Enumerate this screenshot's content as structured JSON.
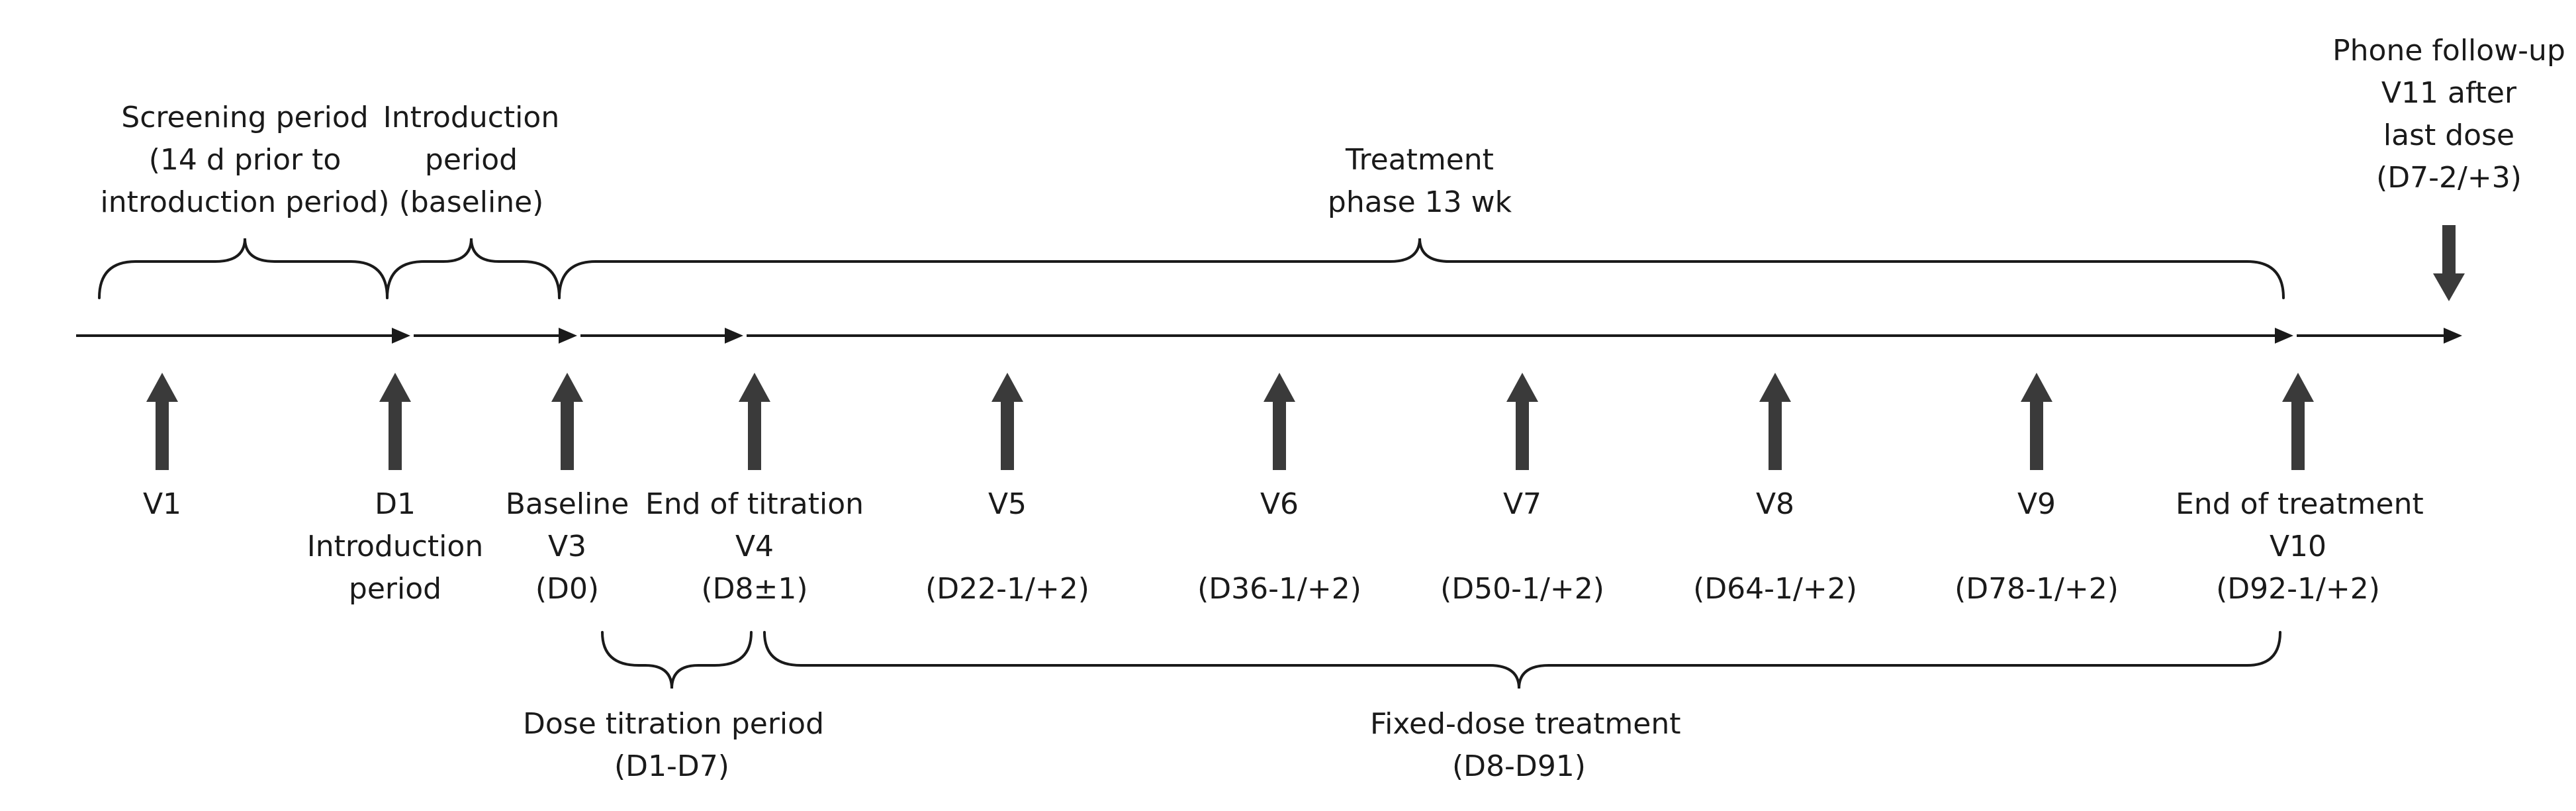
{
  "top_labels": {
    "screening": [
      "Screening period",
      "(14 d prior to",
      "introduction period)"
    ],
    "introduction": [
      "Introduction",
      "period",
      "(baseline)"
    ],
    "treatment": [
      "Treatment",
      "phase 13 wk"
    ],
    "phone": [
      "Phone follow-up",
      "V11 after",
      "last dose",
      "(D7-2/+3)"
    ]
  },
  "visits": [
    {
      "lines": [
        "V1"
      ]
    },
    {
      "lines": [
        "D1",
        "Introduction",
        "period"
      ]
    },
    {
      "lines": [
        "Baseline",
        "V3",
        "(D0)"
      ]
    },
    {
      "lines": [
        "End of titration",
        "V4",
        "(D8±1)"
      ]
    },
    {
      "lines": [
        "V5",
        "",
        "(D22-1/+2)"
      ]
    },
    {
      "lines": [
        "V6",
        "",
        "(D36-1/+2)"
      ]
    },
    {
      "lines": [
        "V7",
        "",
        "(D50-1/+2)"
      ]
    },
    {
      "lines": [
        "V8",
        "",
        "(D64-1/+2)"
      ]
    },
    {
      "lines": [
        "V9",
        "",
        "(D78-1/+2)"
      ]
    },
    {
      "lines": [
        "End of treatment",
        "V10",
        "(D92-1/+2)"
      ]
    }
  ],
  "bottom_labels": {
    "titration": [
      "Dose titration period",
      "(D1-D7)"
    ],
    "fixed": [
      "Fixed-dose treatment",
      "(D8-D91)"
    ]
  }
}
